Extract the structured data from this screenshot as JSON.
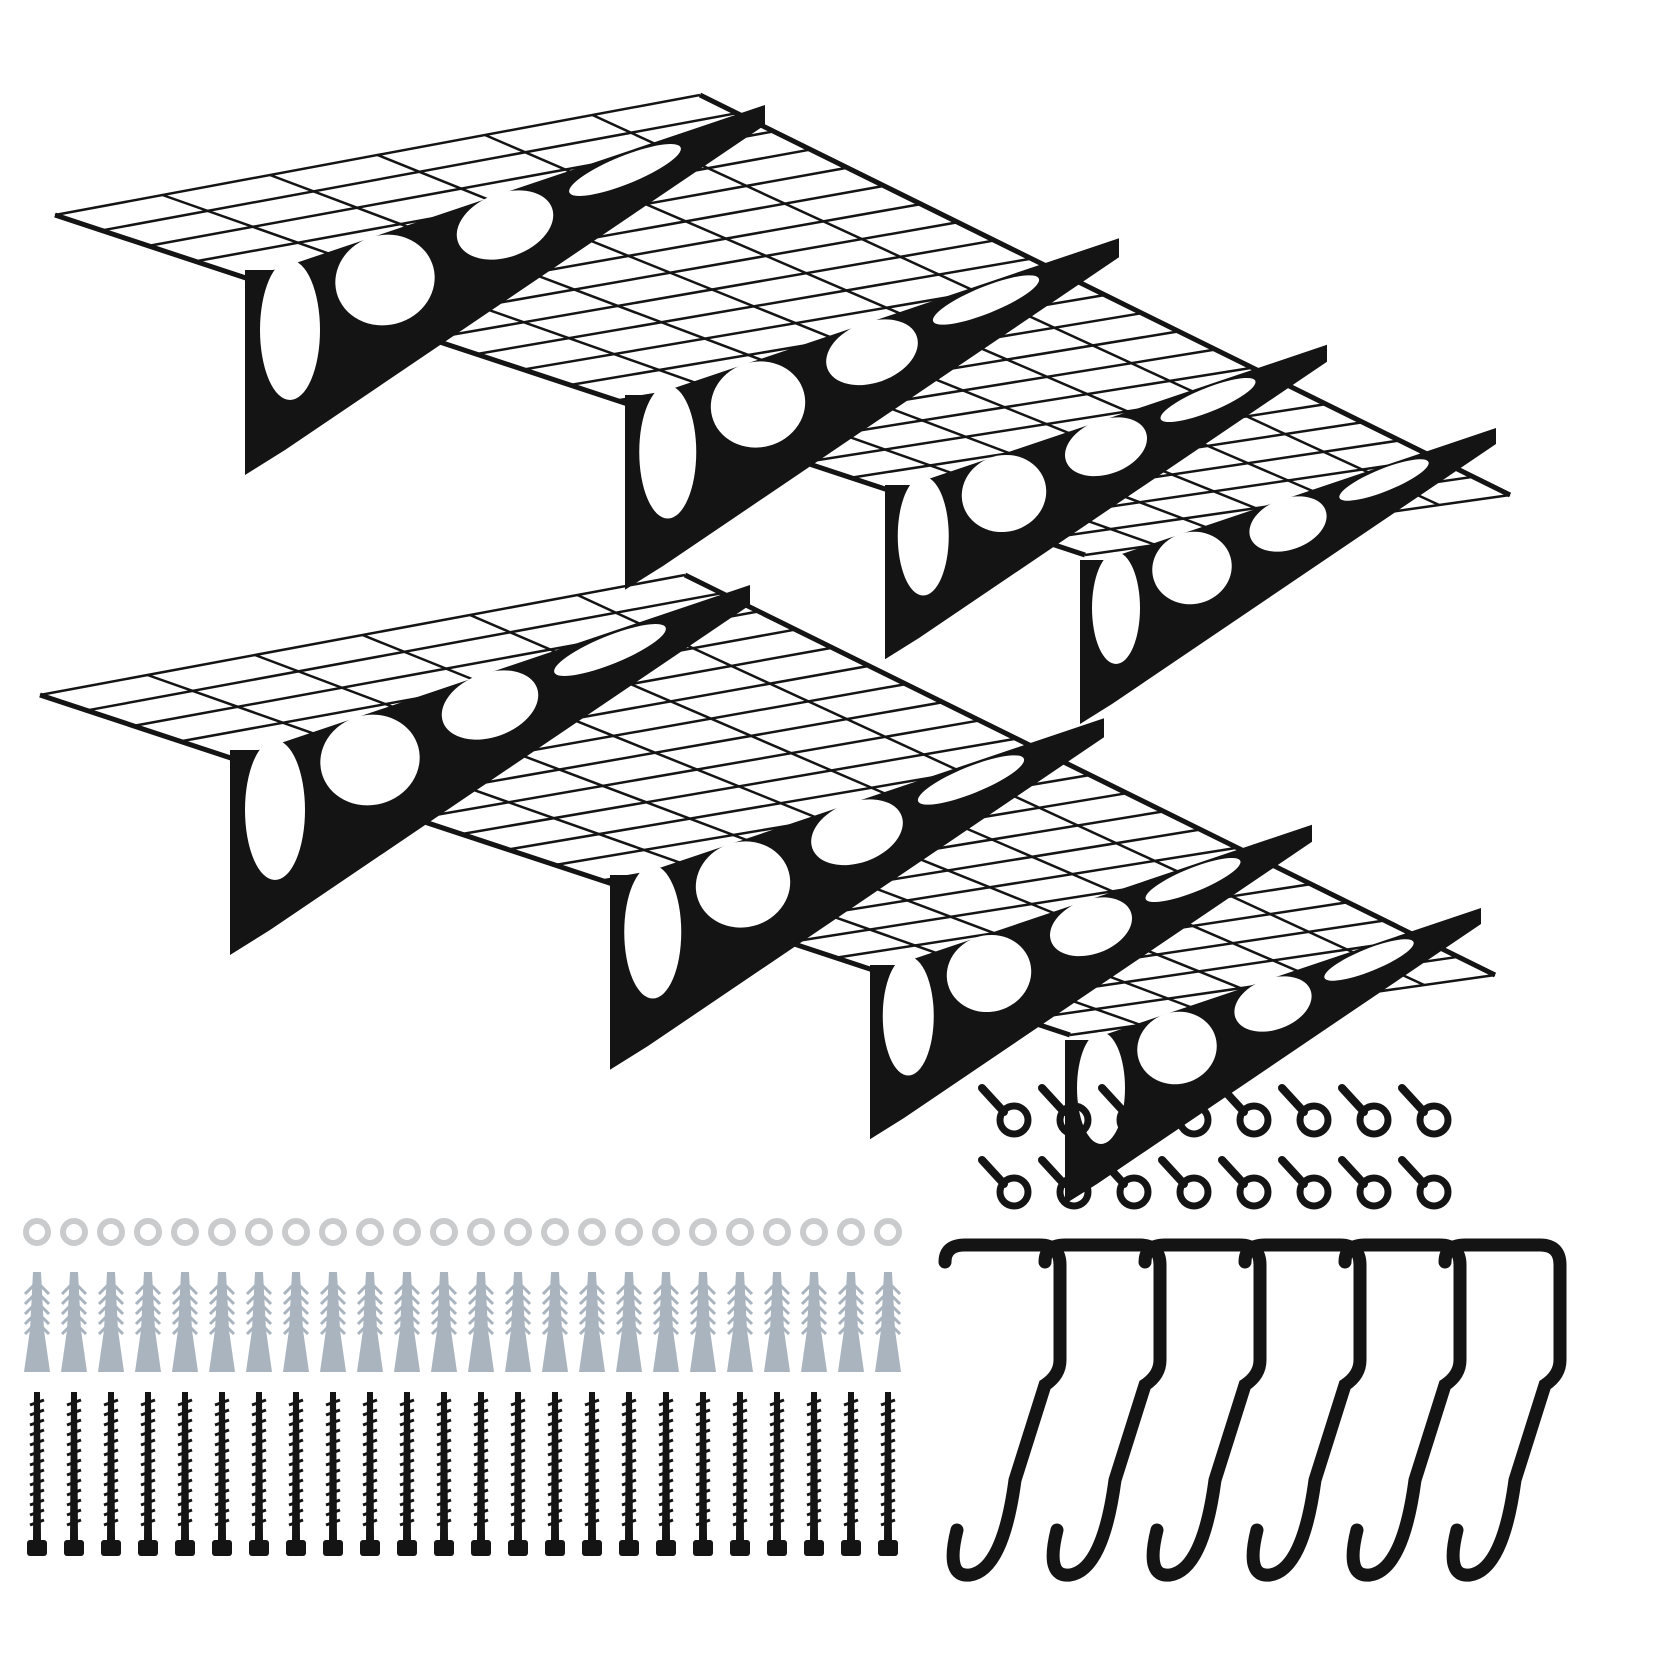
{
  "product_photo": {
    "colors": {
      "background": "#ffffff",
      "metal": "#141414",
      "anchor": "#a9b4bf",
      "washer": "#c9cbcd"
    },
    "contents": {
      "shelves": 2,
      "brackets_per_shelf": 4,
      "washers": 24,
      "wall_anchors": 24,
      "screws": 24,
      "cable_clips": 16,
      "hooks": 6
    }
  }
}
